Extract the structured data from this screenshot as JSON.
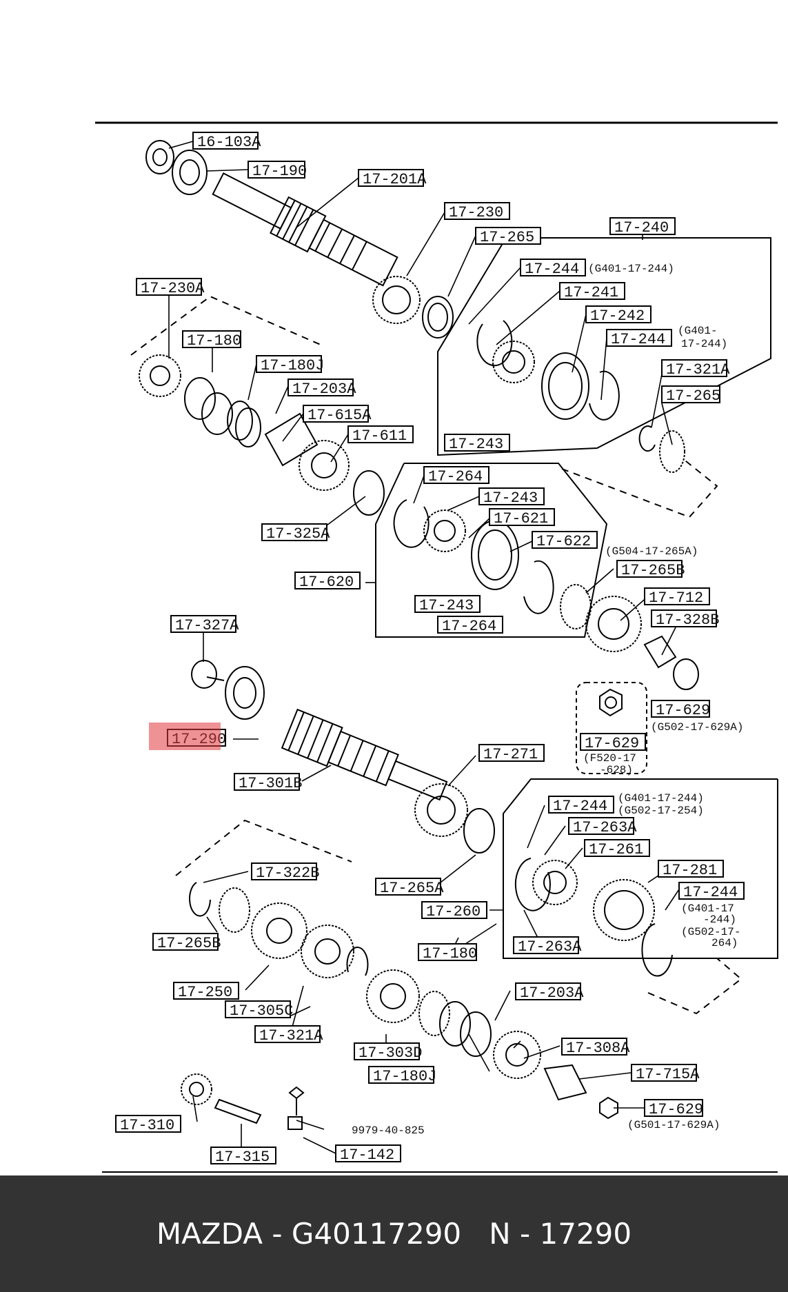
{
  "footer": {
    "text": "MAZDA - G40117290   N - 17290"
  },
  "highlight": {
    "part": "17-290",
    "color": "#e0383e"
  },
  "labels": [
    {
      "text": "16-103A"
    },
    {
      "text": "17-190"
    },
    {
      "text": "17-201A"
    },
    {
      "text": "17-230"
    },
    {
      "text": "17-265"
    },
    {
      "text": "17-240"
    },
    {
      "text": "17-244"
    },
    {
      "text": "17-241"
    },
    {
      "text": "17-242"
    },
    {
      "text": "17-244"
    },
    {
      "text": "17-230A"
    },
    {
      "text": "17-180"
    },
    {
      "text": "17-180J"
    },
    {
      "text": "17-203A"
    },
    {
      "text": "17-615A"
    },
    {
      "text": "17-611"
    },
    {
      "text": "17-321A"
    },
    {
      "text": "17-265"
    },
    {
      "text": "17-243"
    },
    {
      "text": "17-264"
    },
    {
      "text": "17-243"
    },
    {
      "text": "17-621"
    },
    {
      "text": "17-622"
    },
    {
      "text": "17-325A"
    },
    {
      "text": "17-620"
    },
    {
      "text": "17-265B"
    },
    {
      "text": "17-243"
    },
    {
      "text": "17-264"
    },
    {
      "text": "17-712"
    },
    {
      "text": "17-328B"
    },
    {
      "text": "17-327A"
    },
    {
      "text": "17-629"
    },
    {
      "text": "17-629"
    },
    {
      "text": "17-290"
    },
    {
      "text": "17-271"
    },
    {
      "text": "17-301B"
    },
    {
      "text": "17-244"
    },
    {
      "text": "17-263A"
    },
    {
      "text": "17-261"
    },
    {
      "text": "17-322B"
    },
    {
      "text": "17-281"
    },
    {
      "text": "17-244"
    },
    {
      "text": "17-265A"
    },
    {
      "text": "17-260"
    },
    {
      "text": "17-265B"
    },
    {
      "text": "17-263A"
    },
    {
      "text": "17-180"
    },
    {
      "text": "17-250"
    },
    {
      "text": "17-203A"
    },
    {
      "text": "17-305C"
    },
    {
      "text": "17-321A"
    },
    {
      "text": "17-308A"
    },
    {
      "text": "17-303D"
    },
    {
      "text": "17-180J"
    },
    {
      "text": "17-715A"
    },
    {
      "text": "17-310"
    },
    {
      "text": "17-629"
    },
    {
      "text": "17-315"
    },
    {
      "text": "17-142"
    }
  ],
  "notes": [
    {
      "text": "(G401-17-244)"
    },
    {
      "text": "(G401-"
    },
    {
      "text": "17-244)"
    },
    {
      "text": "(G504-17-265A)"
    },
    {
      "text": "(G502-17-629A)"
    },
    {
      "text": "(F520-17"
    },
    {
      "text": "-628)"
    },
    {
      "text": "(G401-17-244)"
    },
    {
      "text": "(G502-17-254)"
    },
    {
      "text": "(G401-17"
    },
    {
      "text": "-244)"
    },
    {
      "text": "(G502-17-"
    },
    {
      "text": "264)"
    },
    {
      "text": "9979-40-825"
    },
    {
      "text": "(G501-17-629A)"
    }
  ]
}
